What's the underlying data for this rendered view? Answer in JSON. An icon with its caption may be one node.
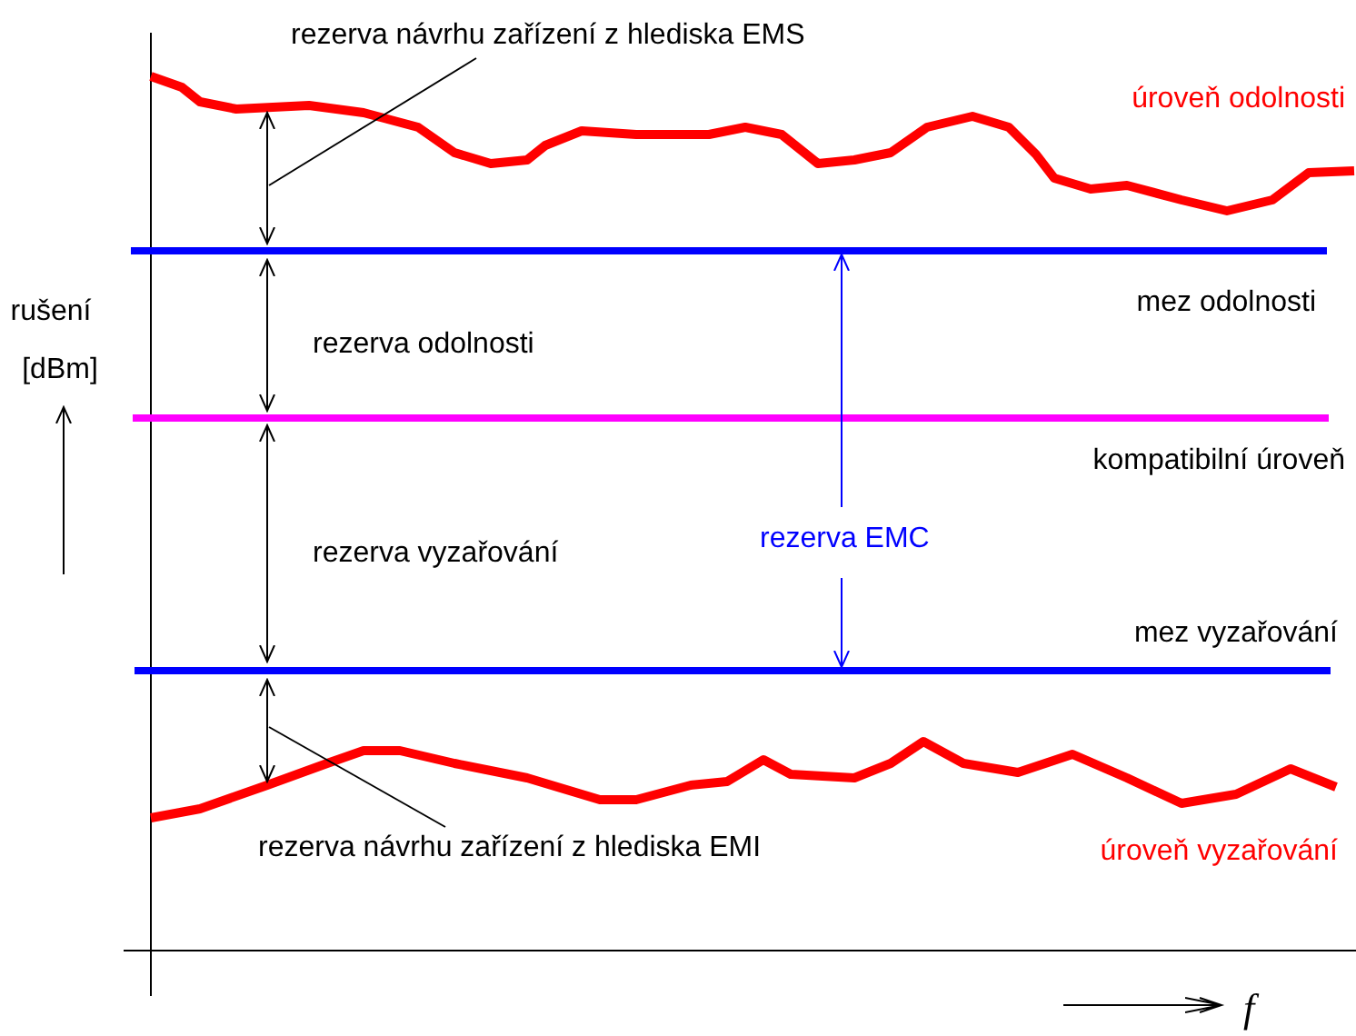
{
  "diagram": {
    "nodes": [
      {
        "text": [
          "rezerva návrhu zařízení z hlediska EMS"
        ]
      },
      {
        "text": [
          "rezerva návrhu zařízení z hlediska EMI"
        ]
      },
      {
        "text": [],
        "shape": "arrow"
      },
      {
        "text": [],
        "shape": "arrow"
      }
    ],
    "edges": [
      {
        "from": 0,
        "to": 2,
        "arrow": "none"
      },
      {
        "from": 1,
        "to": 3,
        "arrow": "none"
      }
    ],
    "labels": [
      "úroveň odolnosti",
      "mez odolnosti",
      "rušení",
      "[dBm]",
      "rezerva odolnosti",
      "kompatibilní úroveň",
      "rezerva vyzařování",
      "rezerva EMC",
      "mez vyzařování",
      "úroveň vyzařování",
      "f"
    ]
  }
}
